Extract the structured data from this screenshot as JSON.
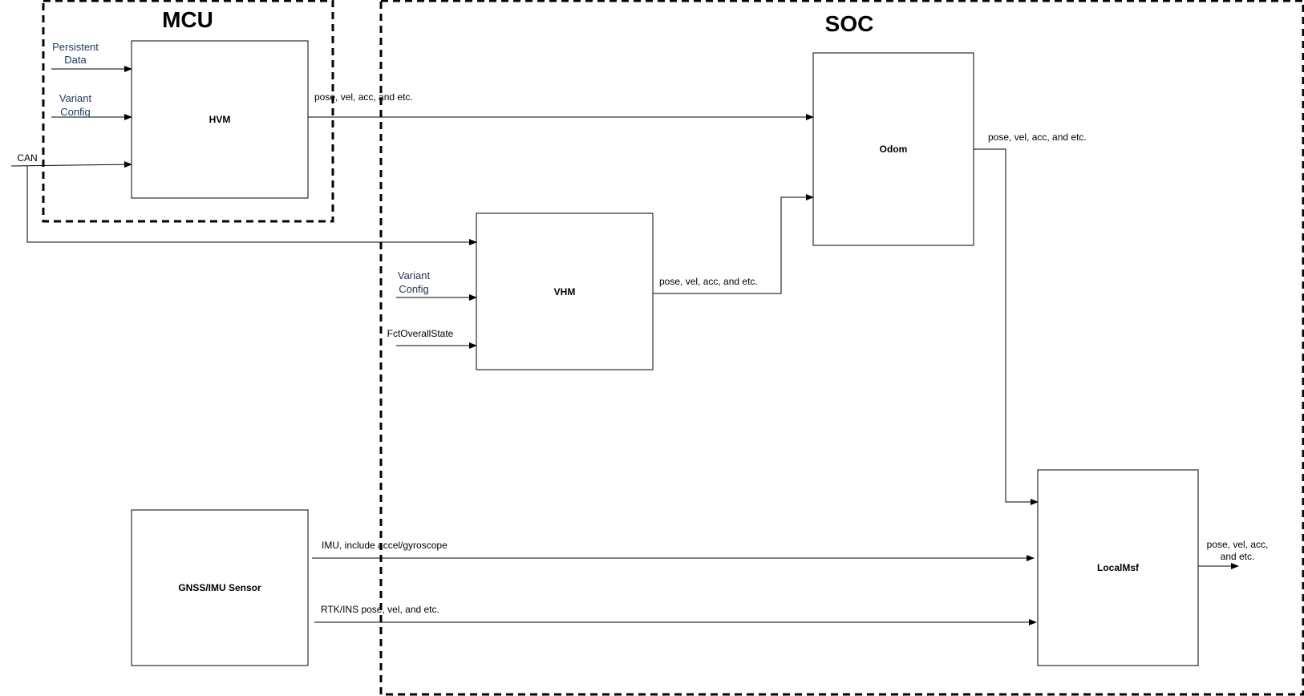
{
  "regions": {
    "mcu": "MCU",
    "soc": "SOC"
  },
  "blocks": {
    "hvm": "HVM",
    "vhm": "VHM",
    "odom": "Odom",
    "localmsf": "LocalMsf",
    "gnss": "GNSS/IMU Sensor"
  },
  "inputs": {
    "persistent_data": [
      "Persistent",
      "Data"
    ],
    "hvm_variant_config": [
      "Variant",
      "Config"
    ],
    "can": "CAN",
    "vhm_variant_config": [
      "Variant",
      "Config"
    ],
    "fct_overall_state": "FctOverallState"
  },
  "edges": {
    "hvm_to_odom": "pose, vel, acc, and etc.",
    "vhm_to_odom": "pose, vel, acc, and etc.",
    "odom_to_localmsf": "pose, vel, acc, and etc.",
    "localmsf_output": [
      "pose, vel, acc,",
      "and etc."
    ],
    "imu": "IMU, include accel/gyroscope",
    "rtk_ins": "RTK/INS pose, vel, and etc."
  }
}
